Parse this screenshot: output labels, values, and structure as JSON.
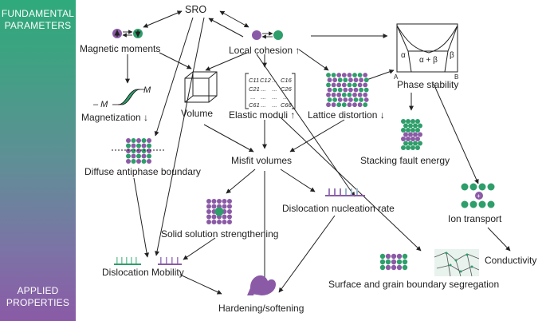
{
  "sidebar": {
    "top": [
      "FUNDAMENTAL",
      "PARAMETERS"
    ],
    "bottom": [
      "APPLIED",
      "PROPERTIES"
    ]
  },
  "nodes": {
    "sro": "SRO",
    "magnetic_moments": "Magnetic moments",
    "local_cohesion": "Local cohesion ↑",
    "phase_stability": "Phase stability",
    "magnetization": "Magnetization ↓",
    "volume": "Volume",
    "elastic_moduli": "Elastic moduli ↑",
    "lattice_distortion": "Lattice distortion ↓",
    "stacking_fault_energy": "Stacking fault energy",
    "diffuse_apb": "Diffuse antiphase boundary",
    "misfit_volumes": "Misfit volumes",
    "ion_transport": "Ion transport",
    "dislocation_nucleation": "Dislocation nucleation rate",
    "solid_solution": "Solid solution strengthening",
    "conductivity": "Conductivity",
    "dislocation_mobility": "Dislocation Mobility",
    "segregation": "Surface and grain boundary segregation",
    "hardening": "Hardening/softening"
  },
  "hysteresis": {
    "pos": "M",
    "neg": "– M"
  },
  "phase_diagram": {
    "alpha": "α",
    "beta": "β",
    "mix": "α + β",
    "a": "A",
    "b": "B"
  },
  "matrix": {
    "row1": [
      "C11",
      "C12",
      "...",
      "C16"
    ],
    "row2": [
      "C21",
      "...",
      "...",
      "C26"
    ],
    "row3": [
      "...",
      "...",
      "...",
      "..."
    ],
    "row4": [
      "C61",
      "...",
      "...",
      "C66"
    ]
  },
  "colors": {
    "green": "#2e9e6a",
    "purple": "#8b5aa6",
    "arrow": "#222222"
  }
}
